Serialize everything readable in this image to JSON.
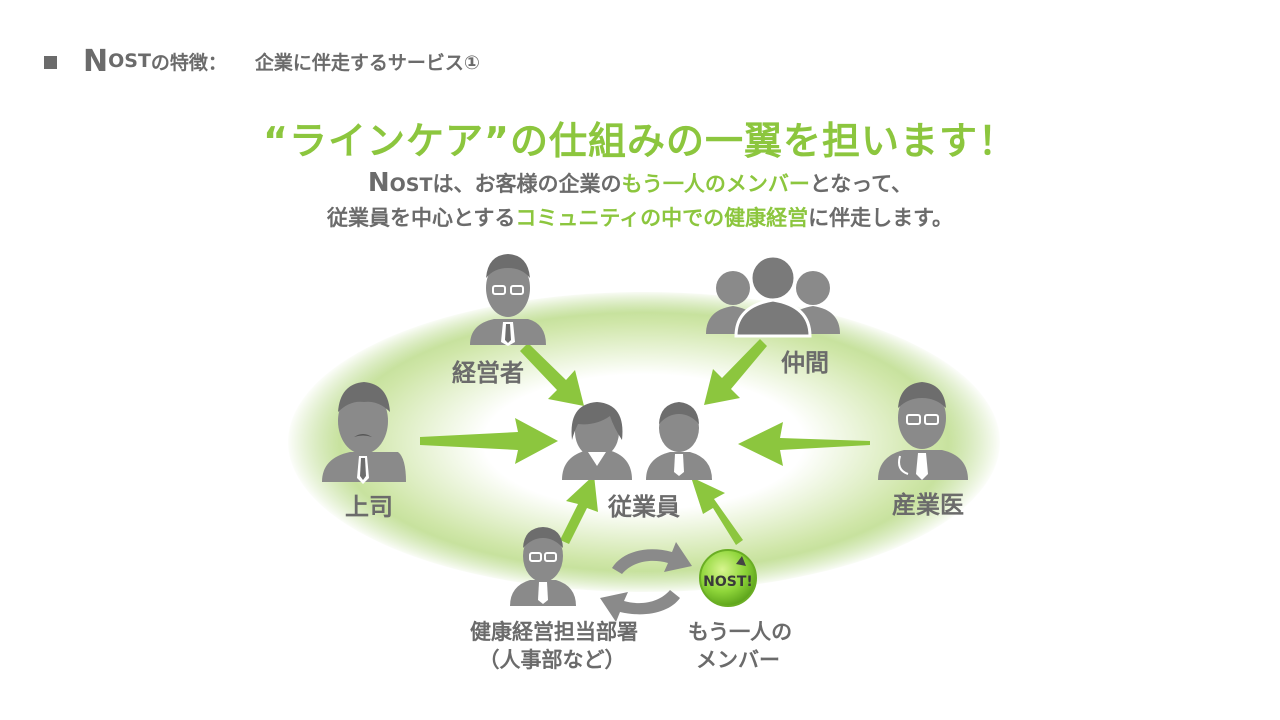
{
  "header": {
    "brand_big": "N",
    "brand_small": "OST",
    "feature": "の特徴：",
    "subtitle": "企業に伴走するサービス①"
  },
  "headline": "“ラインケア”の仕組みの一翼を担います！",
  "intro": {
    "line1_brand_big": "N",
    "line1_brand_small": "OST",
    "line1_a": "は、お客様の企業の",
    "line1_highlight": "もう一人のメンバー",
    "line1_b": "となって、",
    "line2_a": "従業員を中心とする",
    "line2_highlight": "コミュニティの中での健康経営",
    "line2_b": "に伴走します。"
  },
  "diagram": {
    "center_label": "従業員",
    "executive_label": "経営者",
    "peers_label": "仲間",
    "boss_label": "上司",
    "doctor_label": "産業医",
    "hr_label_line1": "健康経営担当部署",
    "hr_label_line2": "（人事部など）",
    "member_label_line1": "もう一人の",
    "member_label_line2": "メンバー",
    "badge_text": "NOST!",
    "colors": {
      "accent": "#8cc63e",
      "figure": "#8a8a8a",
      "text": "#6b6b6b"
    }
  }
}
